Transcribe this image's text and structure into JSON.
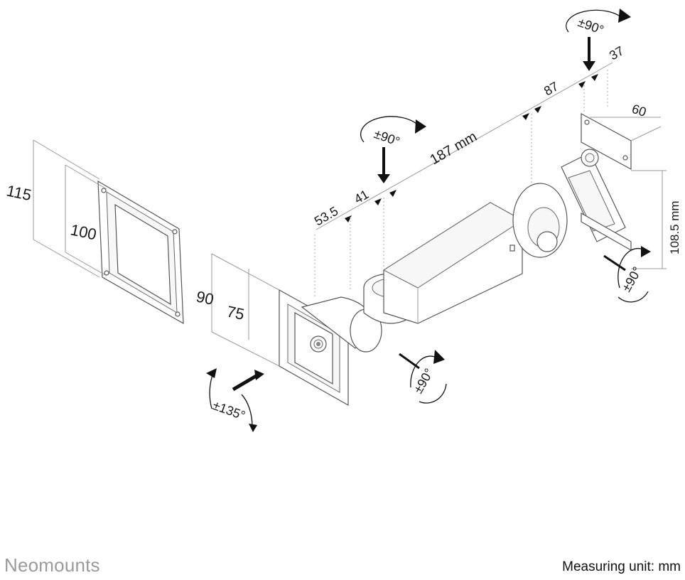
{
  "brand": "Neomounts",
  "measuring_unit": "Measuring unit: mm",
  "dimensions": {
    "vesa_outer": "115",
    "vesa_inner": "100",
    "plate_outer": "90",
    "plate_inner": "75",
    "offset_a": "53.5",
    "offset_b": "41",
    "arm_length": "187 mm",
    "arm_b": "87",
    "arm_c": "37",
    "wall_width": "60",
    "wall_height": "108.5 mm"
  },
  "rotations": {
    "top_pivot": "±90°",
    "mid_pivot": "±90°",
    "head_swivel": "±90°",
    "wall_swivel": "±90°",
    "tilt": "±135°"
  }
}
